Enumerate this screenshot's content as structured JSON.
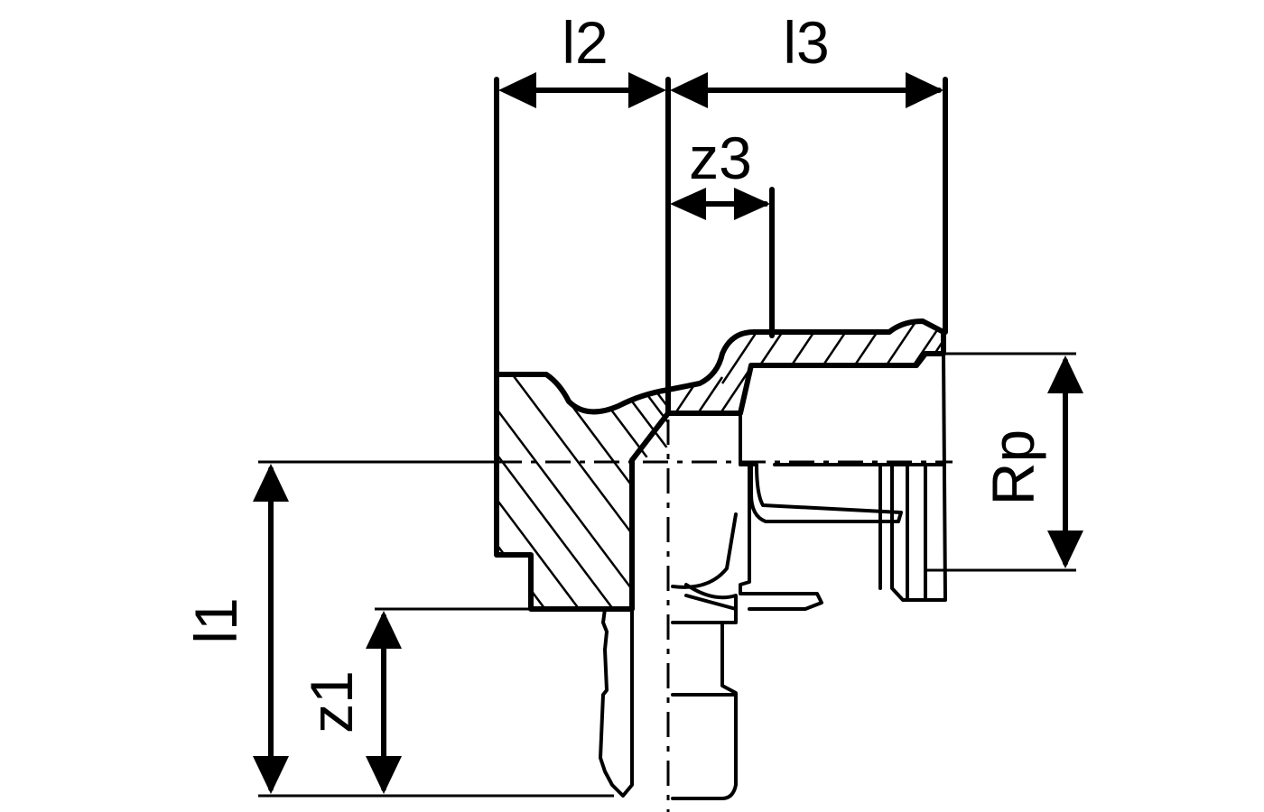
{
  "diagram": {
    "labels": {
      "l2": "l2",
      "l3": "l3",
      "z3": "z3",
      "rp": "Rp",
      "l1": "l1",
      "z1": "z1"
    },
    "line_color": "#000000",
    "background_color": "#ffffff"
  }
}
